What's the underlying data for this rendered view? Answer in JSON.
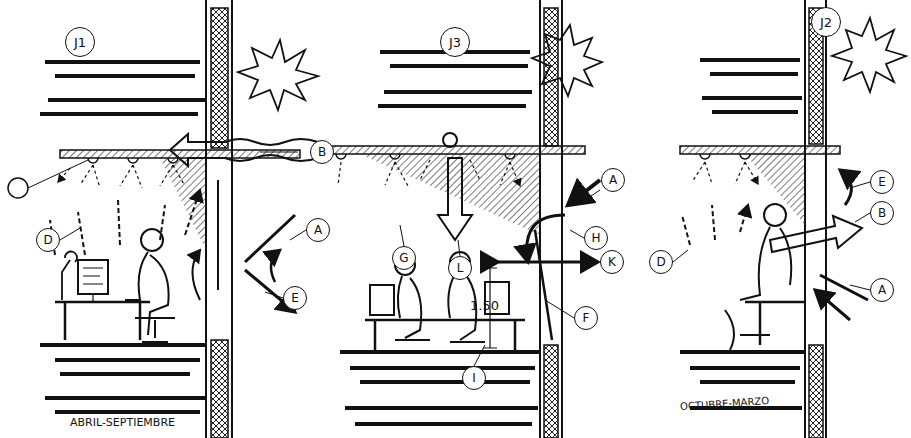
{
  "diagram": {
    "nodes": [
      {
        "text": [
          "J1"
        ]
      },
      {
        "text": [
          "B"
        ]
      },
      {
        "text": [
          "A"
        ]
      },
      {
        "text": [
          "D"
        ]
      },
      {
        "text": [
          "E"
        ]
      },
      {
        "text": [
          "J3"
        ]
      },
      {
        "text": [
          "A"
        ]
      },
      {
        "text": [
          "G"
        ]
      },
      {
        "text": [
          "L"
        ]
      },
      {
        "text": [
          "H"
        ]
      },
      {
        "text": [
          "K"
        ]
      },
      {
        "text": [
          "F"
        ]
      },
      {
        "text": [
          "I"
        ]
      },
      {
        "text": [
          "J2"
        ]
      },
      {
        "text": [
          "E"
        ]
      },
      {
        "text": [
          "B"
        ]
      },
      {
        "text": [
          "D"
        ]
      },
      {
        "text": [
          "A"
        ]
      }
    ],
    "labels": [
      "1.50",
      "ABRIL-SEPTIEMBRE",
      "OCTUBRE-MARZO"
    ]
  }
}
